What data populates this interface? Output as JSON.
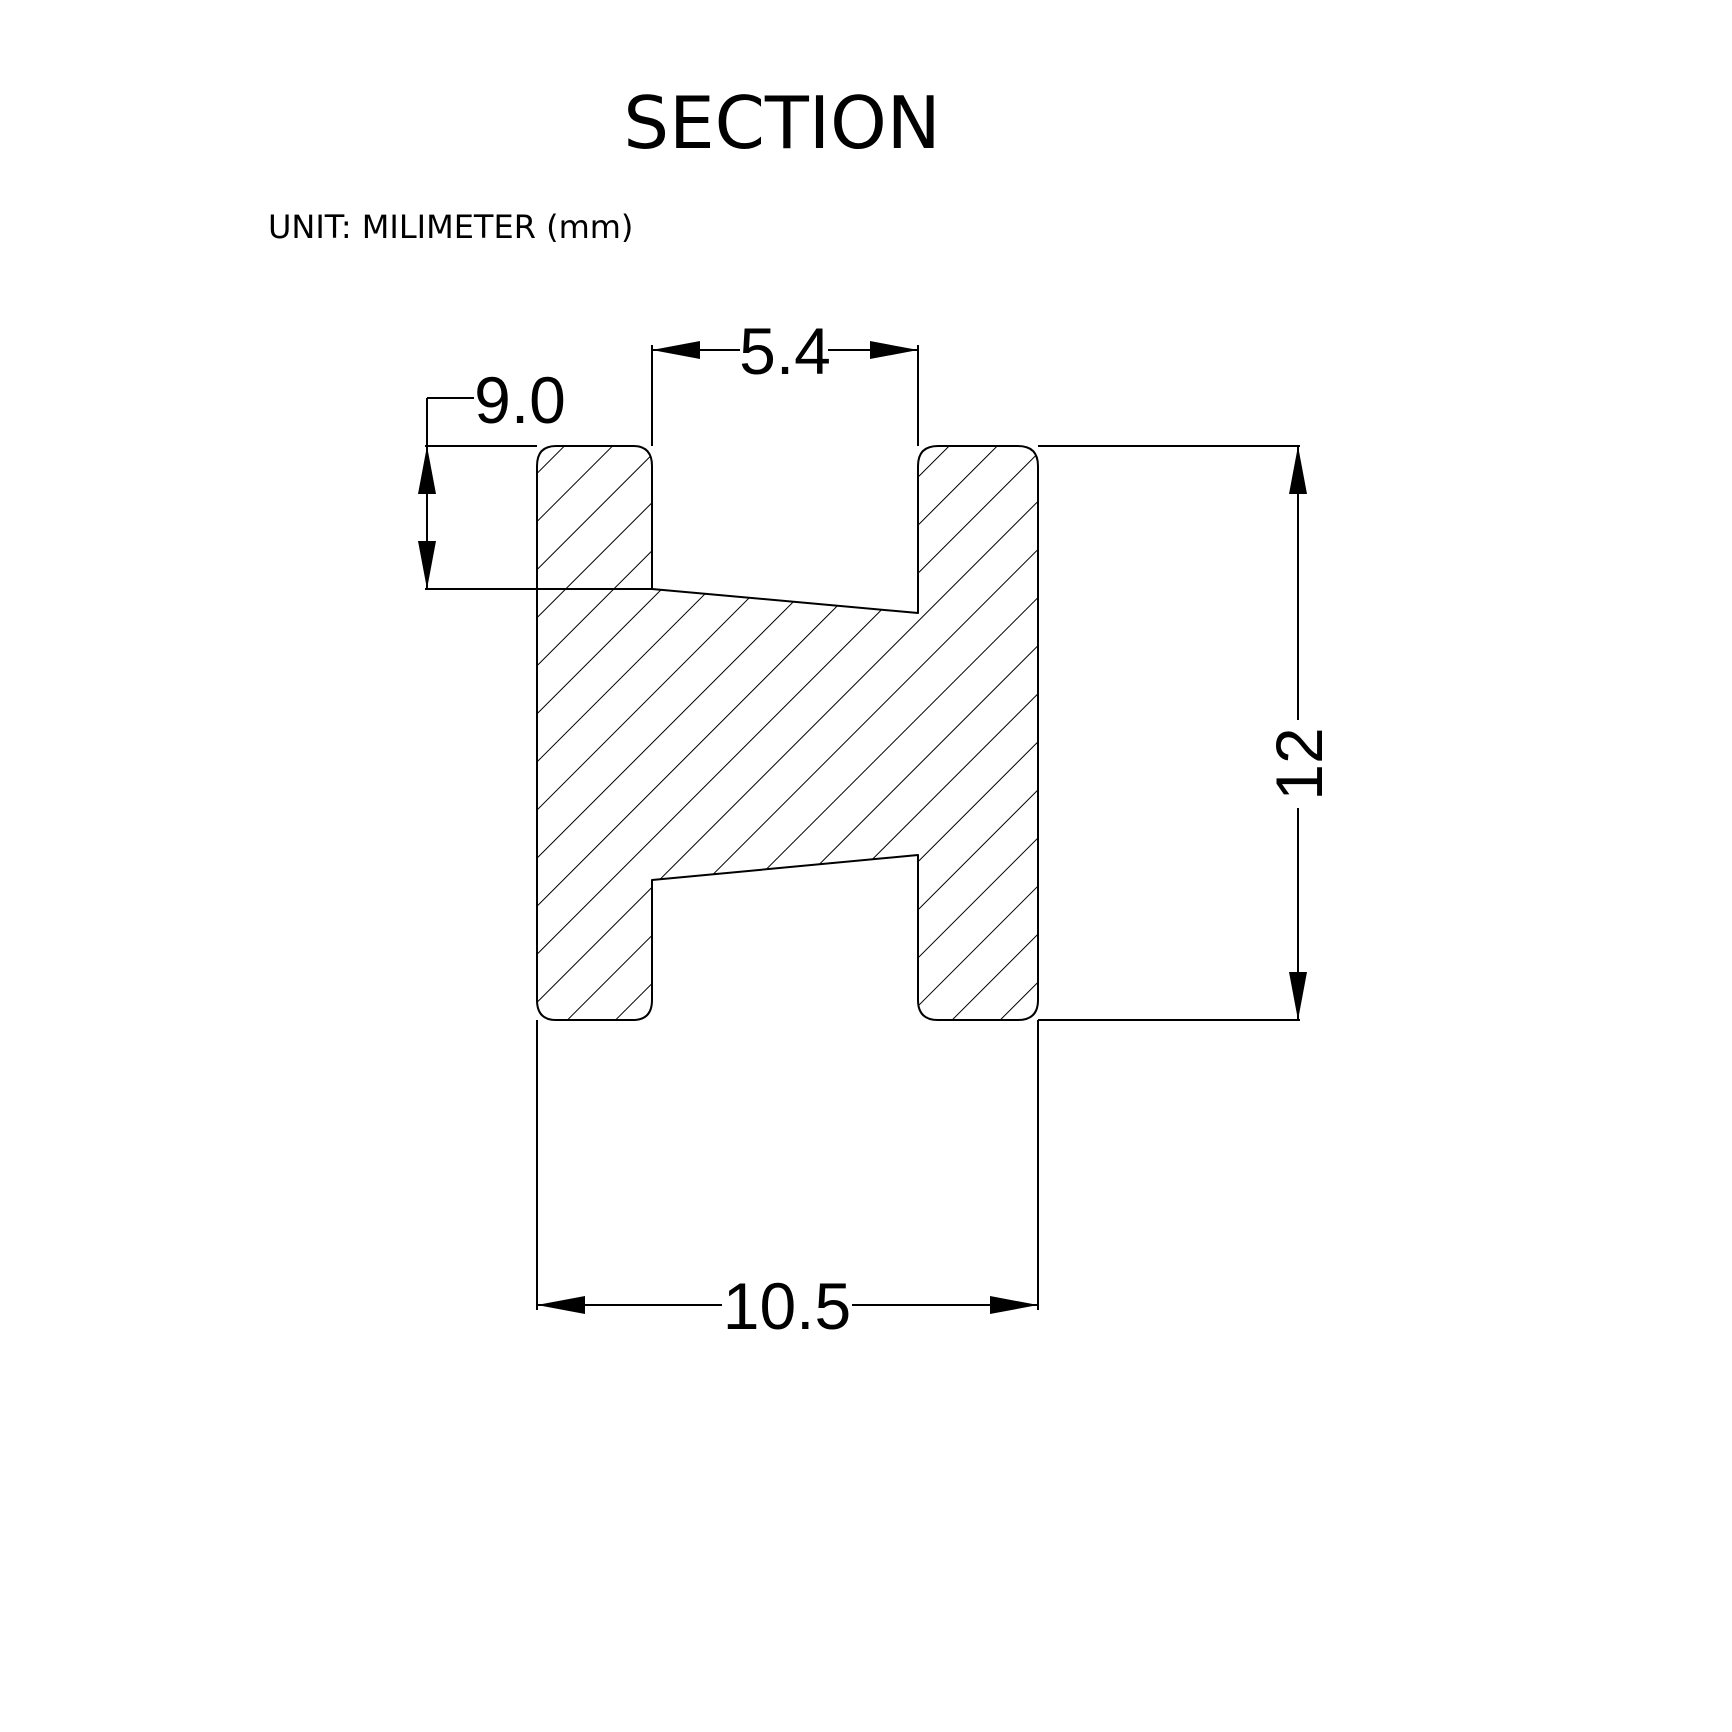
{
  "title": "SECTION",
  "unit_note": "UNIT: MILIMETER (mm)",
  "dimensions": {
    "top_groove_width": "5.4",
    "groove_depth": "9.0",
    "overall_height": "12",
    "overall_width": "10.5"
  },
  "colors": {
    "line": "#000000",
    "background": "#ffffff"
  }
}
